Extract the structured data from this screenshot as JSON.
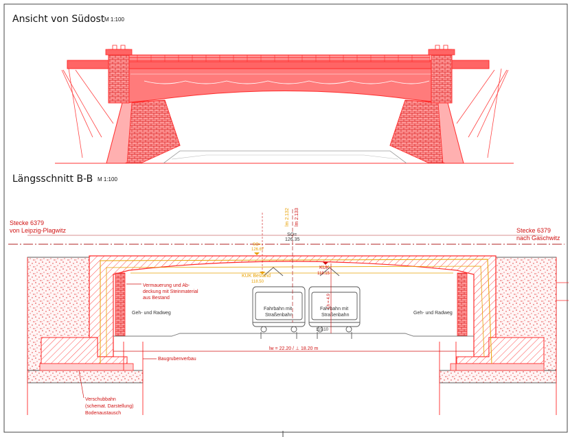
{
  "elevation": {
    "title": "Ansicht von Südost",
    "scale": "M 1:100"
  },
  "section": {
    "title": "Längsschnitt B-B",
    "scale": "M 1:100",
    "left_track_line": "Stecke 6379",
    "left_track_dest": "von Leipzig-Plagwitz",
    "right_track_line": "Stecke 6379",
    "right_track_dest": "nach Gaschwitz",
    "so_label": "SO=",
    "so_value": "126.35",
    "so_small_label": "SO=",
    "so_small_value": "126.67",
    "lm1": "lm 2.132",
    "lm2": "lm 2.133",
    "kuk_bestand_label": "KUK Bestand",
    "kuk_bestand_value": "118.50",
    "kuk_label": "KUK",
    "kuk_value": "118.15",
    "lh_label": "Lh = 4.9",
    "ground_value": "115.10",
    "note_line1": "Vermauerung und Ab-",
    "note_line2": "deckung mit Steinmaterial",
    "note_line3": "aus Bestand",
    "walkway_left": "Geh- und Radweg",
    "walkway_right": "Geh- und Radweg",
    "roadway_line1": "Fahrbahn mit",
    "roadway_line2": "Straßenbahn",
    "span_label": "lw = 22.20 / ⊥ 18.20 m",
    "excavation_label": "Baugrubenverbau",
    "slide_line1": "Verschubbahn",
    "slide_line2": "(schemat. Darstellung)",
    "slide_line3": "Bodenaustausch"
  },
  "colors": {
    "structure_red": "#ff3a3a",
    "fill_pink": "#ffb3b3",
    "label_red": "#d01010",
    "outline_orange": "#e8a000",
    "stipple_red": "#e03030"
  }
}
